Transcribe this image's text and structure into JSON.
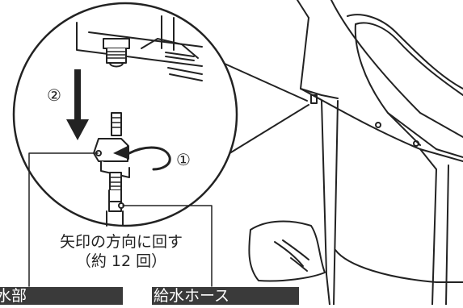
{
  "step_marks": {
    "step1": "①",
    "step2": "②"
  },
  "callout": {
    "line1": "矢印の方向に回す",
    "line2": "（約 12 回）"
  },
  "labels": {
    "left": "給水部",
    "right": "給水ホース"
  },
  "colors": {
    "line": "#222222",
    "label_bg": "#3a3a3a",
    "label_text": "#ffffff"
  }
}
